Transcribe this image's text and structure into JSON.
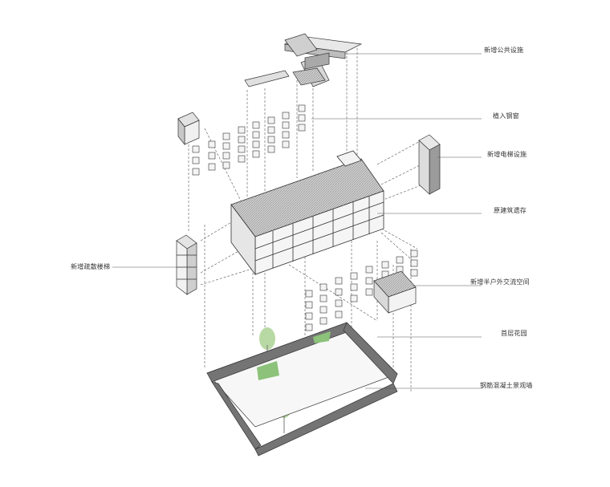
{
  "diagram": {
    "labels": {
      "public_facilities": "新增公共设施",
      "steel_windows": "植入钢窗",
      "elevator": "新增电梯设施",
      "original_building": "原建筑遗存",
      "evacuation_stairs": "新增疏散楼梯",
      "semi_outdoor_space": "新增半户外交流空间",
      "ground_garden": "首层花园",
      "rc_retaining_wall": "钢筋混凝土景观墙"
    },
    "colors": {
      "line": "#3a3a3a",
      "leader": "#555555",
      "roof_hatch": "#9a9a9a",
      "wall_dark": "#6f6f6f",
      "tree": "#b9d9a4",
      "grass": "#8cc27a"
    }
  }
}
